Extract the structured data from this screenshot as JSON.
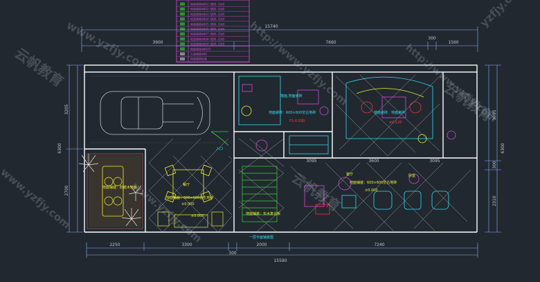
{
  "colors": {
    "background": "#212830",
    "wall": "#ffffff",
    "magenta": "#d64bd6",
    "cyan": "#30e0f0",
    "yellow": "#f0f030",
    "red": "#ff3030",
    "green": "#40d040",
    "dim": "#c8c8c8"
  },
  "dimensions": {
    "top_total": "15740",
    "top_seg_1": "3900",
    "top_seg_2": "7660",
    "top_seg_3": "300",
    "top_seg_4": "1560",
    "left_upper": "3205",
    "left_total": "6300",
    "left_lower": "2700",
    "right_total": "6300",
    "right_mid": "3095",
    "right_seg": "300",
    "right_lower": "2310",
    "bottom_seg_1": "2250",
    "bottom_seg_2": "3300",
    "bottom_seg_3": "300",
    "bottom_seg_4": "2000",
    "bottom_seg_5": "7240",
    "bottom_total": "15590",
    "mid_1": "3095",
    "mid_2": "3600",
    "mid_3": "3095"
  },
  "labels": {
    "bath_note": "墙面,地面瓷砖",
    "bath_tile": "地面瓷砖：600×600仿古地砖",
    "bath_level": "F1-0.020",
    "kitchen_note": "墙面瓷砖、地面瓷砖",
    "kitchen_level": "±0.120",
    "dining_title": "餐厅",
    "dining_note": "地面铺装：600×600仿古地砖",
    "dining_level": "±0.000",
    "porch_note": "地面铺装：防腐木地板",
    "hall_note": "地面铺装：实木复合板",
    "living_title": "客厅",
    "living_note": "地面铺装：600×600仿古地砖",
    "living_level": "±0.000",
    "room_level": "±0.000",
    "entry_label": "入口",
    "room_tag": "卧室",
    "bottom_caption": "一层平面铺装图"
  },
  "legend": {
    "rows": [
      "地面铺装材料1 (瓷砖, 石材)",
      "地面铺装材料2 (瓷砖, 石材)",
      "地面铺装材料3 (瓷砖, 石材)",
      "地面铺装材料4 (瓷砖, 石材)",
      "地面铺装材料5 (瓷砖, 石材)",
      "地面铺装材料6 (瓷砖, 石材)",
      "地面铺装材料7 (瓷砖, 石材)",
      "地面铺装材料8 (瓷砖, 石材)",
      "地面铺装材料9 (瓷砖, 石材)",
      "地面铺装材料10",
      "立面铺装材料",
      "地面铺装标高"
    ]
  },
  "watermark": {
    "url": "www.yzfjy.com",
    "url_alt": "http://www.yzfjy.com",
    "brand": "云帆教育",
    "corner": "yzfjy.com"
  }
}
